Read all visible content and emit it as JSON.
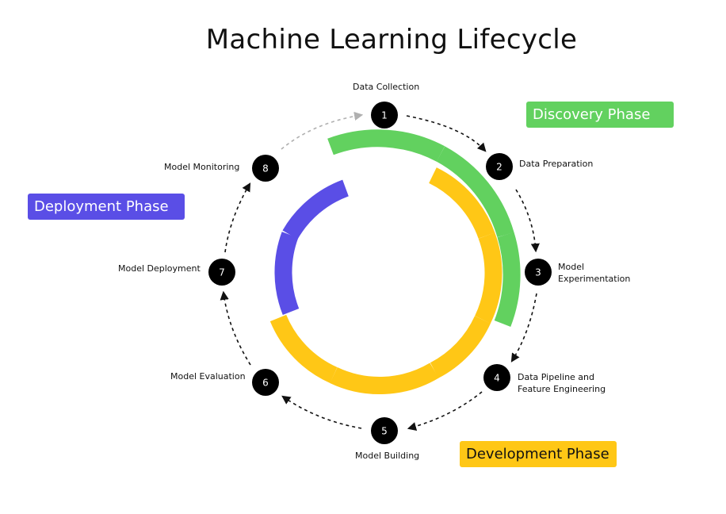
{
  "title": "Machine Learning Lifecycle",
  "steps": [
    {
      "number": "1",
      "label": "Data Collection"
    },
    {
      "number": "2",
      "label": "Data Preparation"
    },
    {
      "number": "3",
      "label_line1": "Model",
      "label_line2": "Experimentation"
    },
    {
      "number": "4",
      "label_line1": "Data Pipeline and",
      "label_line2": "Feature Engineering"
    },
    {
      "number": "5",
      "label": "Model Building"
    },
    {
      "number": "6",
      "label": "Model Evaluation"
    },
    {
      "number": "7",
      "label": "Model Deployment"
    },
    {
      "number": "8",
      "label": "Model Monitoring"
    }
  ],
  "phases": {
    "discovery": {
      "label": "Discovery Phase",
      "color": "#62d15f",
      "text_color": "#ffffff"
    },
    "development": {
      "label": "Development Phase",
      "color": "#ffc716",
      "text_color": "#111111"
    },
    "deployment": {
      "label": "Deployment Phase",
      "color": "#5a4ee6",
      "text_color": "#ffffff"
    }
  },
  "colors": {
    "node": "#000000",
    "node_text": "#ffffff",
    "arrow": "#111111",
    "arrow_return": "#b0b0b0"
  }
}
